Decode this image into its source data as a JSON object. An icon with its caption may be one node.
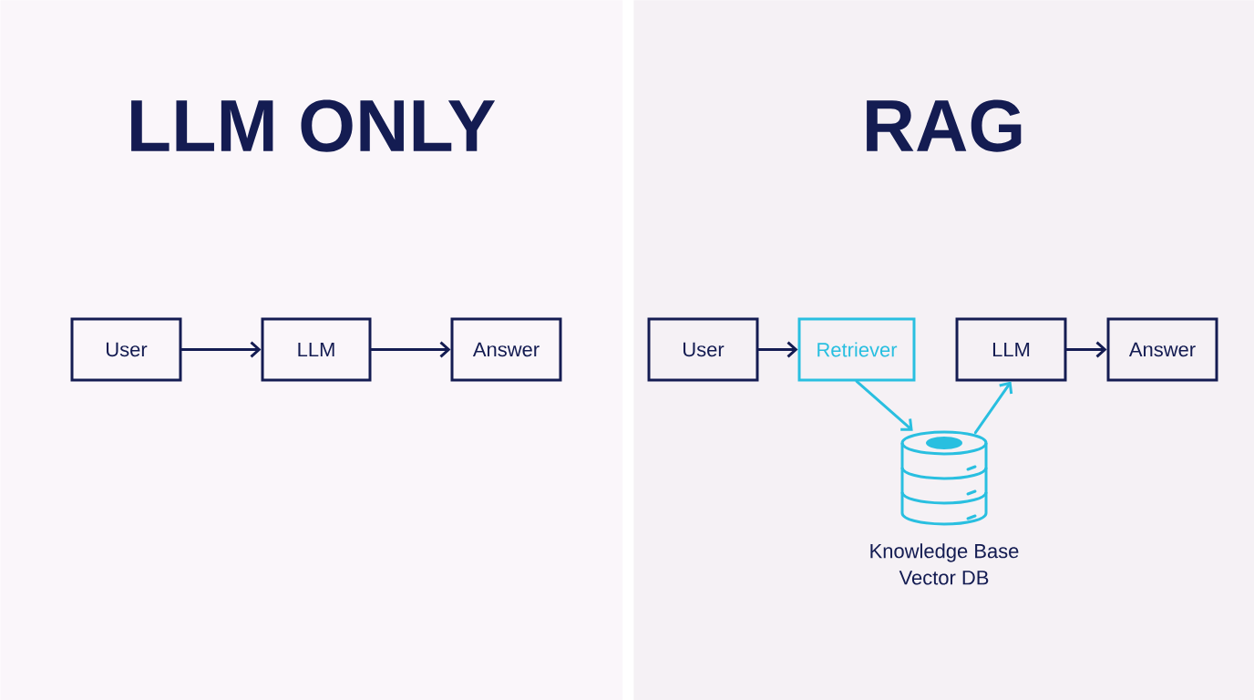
{
  "diagram": {
    "nodes": [
      {
        "text": [
          "LLM ONLY"
        ]
      },
      {
        "text": [
          "User"
        ],
        "in": 0
      },
      {
        "text": [
          "LLM"
        ],
        "in": 0
      },
      {
        "text": [
          "Answer"
        ],
        "in": 0
      },
      {
        "text": [
          "RAG"
        ]
      },
      {
        "text": [
          "User"
        ],
        "in": 4
      },
      {
        "text": [
          "Retriever"
        ],
        "in": 4
      },
      {
        "text": [
          "LLM"
        ],
        "in": 4
      },
      {
        "text": [
          "Answer"
        ],
        "in": 4
      },
      {
        "text": [],
        "shape": "cylinder",
        "in": 4,
        "beside": [
          "Knowledge Base",
          "Vector DB"
        ]
      }
    ],
    "edges": [
      {
        "from": 1,
        "to": 2,
        "arrow": "to"
      },
      {
        "from": 2,
        "to": 3,
        "arrow": "to"
      },
      {
        "from": 5,
        "to": 6,
        "arrow": "to"
      },
      {
        "from": 6,
        "to": 9,
        "arrow": "to",
        "color": "#29bfe0"
      },
      {
        "from": 9,
        "to": 7,
        "arrow": "to",
        "color": "#29bfe0"
      },
      {
        "from": 7,
        "to": 8,
        "arrow": "to"
      }
    ]
  }
}
